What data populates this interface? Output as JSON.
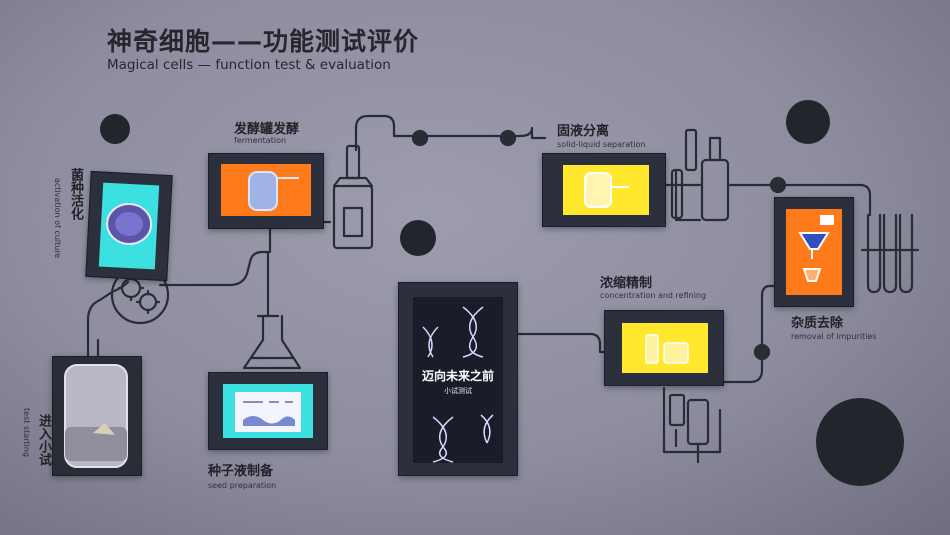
{
  "title": {
    "cn": "神奇细胞——功能测试评价",
    "en": "Magical cells — function test & evaluation"
  },
  "stations": {
    "fermentation": {
      "cn": "发酵罐发酵",
      "en": "fermentation"
    },
    "solid_liquid": {
      "cn": "固液分离",
      "en": "solid-liquid separation"
    },
    "activation": {
      "cn": "菌种活化",
      "en": "activation of culture"
    },
    "concentration": {
      "cn": "浓缩精制",
      "en": "concentration and refining"
    },
    "impurities": {
      "cn": "杂质去除",
      "en": "removal of impurities"
    },
    "seed": {
      "cn": "种子液制备",
      "en": "seed preparation"
    },
    "test": {
      "cn": "进入小试",
      "en": "test starting"
    }
  },
  "center_screen": {
    "title": "迈向未来之前",
    "subtitle": "小试测试"
  },
  "colors": {
    "wall": "#8d8c9e",
    "line": "#2a2c34",
    "orange": "#ff7a1a",
    "yellow": "#ffe82e",
    "cyan": "#3de0e0",
    "dark_screen": "#1a1c2a"
  }
}
